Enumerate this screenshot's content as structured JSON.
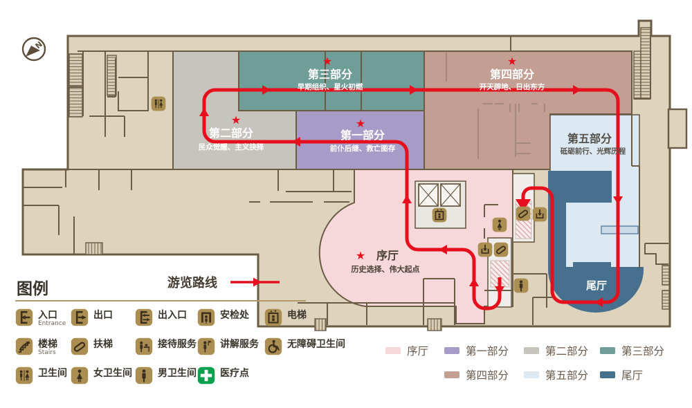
{
  "compass": {
    "letter": "N"
  },
  "map": {
    "floor_color": "#ded3bd",
    "wall_color": "#6a5b44",
    "route_color": "#e60f1e",
    "star_glyph": "★",
    "regions": [
      {
        "key": "xuting",
        "label": "序厅",
        "sublabel": "历史选择、伟大起点",
        "color": "#f6d8da",
        "starred": true
      },
      {
        "key": "part1",
        "label": "第一部分",
        "sublabel": "前仆后继、救亡图存",
        "color": "#a79cc8",
        "starred": true
      },
      {
        "key": "part2",
        "label": "第二部分",
        "sublabel": "民众觉醒、主义抉择",
        "color": "#c7c4bd",
        "starred": true
      },
      {
        "key": "part3",
        "label": "第三部分",
        "sublabel": "早期组织、星火初燃",
        "color": "#6f9d97",
        "starred": true
      },
      {
        "key": "part4",
        "label": "第四部分",
        "sublabel": "开天辟地、日出东方",
        "color": "#c29f92",
        "starred": true
      },
      {
        "key": "part5",
        "label": "第五部分",
        "sublabel": "砥砺前行、光辉历程",
        "color": "#dce9f2",
        "starred": false
      },
      {
        "key": "weiting",
        "label": "尾厅",
        "sublabel": "",
        "color": "#47708e",
        "starred": false
      }
    ],
    "facility_icons": [
      "elevator-icon",
      "escalator-icon",
      "exit-down-icon",
      "toilet-icon",
      "female-toilet-icon",
      "male-toilet-icon"
    ]
  },
  "legend": {
    "title": "图例",
    "route_label": "游览路线",
    "items": [
      {
        "icon": "entrance-icon",
        "label": "入口",
        "sublabel": "Entrance"
      },
      {
        "icon": "exit-icon",
        "label": "出口",
        "sublabel": ""
      },
      {
        "icon": "entrance-exit-icon",
        "label": "出入口",
        "sublabel": ""
      },
      {
        "icon": "security-check-icon",
        "label": "安检处",
        "sublabel": ""
      },
      {
        "icon": "elevator-icon",
        "label": "电梯",
        "sublabel": ""
      },
      {
        "icon": "stairs-icon",
        "label": "楼梯",
        "sublabel": "Stairs"
      },
      {
        "icon": "escalator-icon",
        "label": "扶梯",
        "sublabel": ""
      },
      {
        "icon": "reception-icon",
        "label": "接待服务",
        "sublabel": ""
      },
      {
        "icon": "guide-service-icon",
        "label": "讲解服务",
        "sublabel": ""
      },
      {
        "icon": "accessible-toilet-icon",
        "label": "无障碍卫生间",
        "sublabel": ""
      },
      {
        "icon": "toilet-icon",
        "label": "卫生间",
        "sublabel": ""
      },
      {
        "icon": "female-toilet-icon",
        "label": "女卫生间",
        "sublabel": ""
      },
      {
        "icon": "male-toilet-icon",
        "label": "男卫生间",
        "sublabel": ""
      },
      {
        "icon": "medical-icon",
        "label": "医疗点",
        "sublabel": "",
        "color": "#0aa14e"
      }
    ]
  }
}
